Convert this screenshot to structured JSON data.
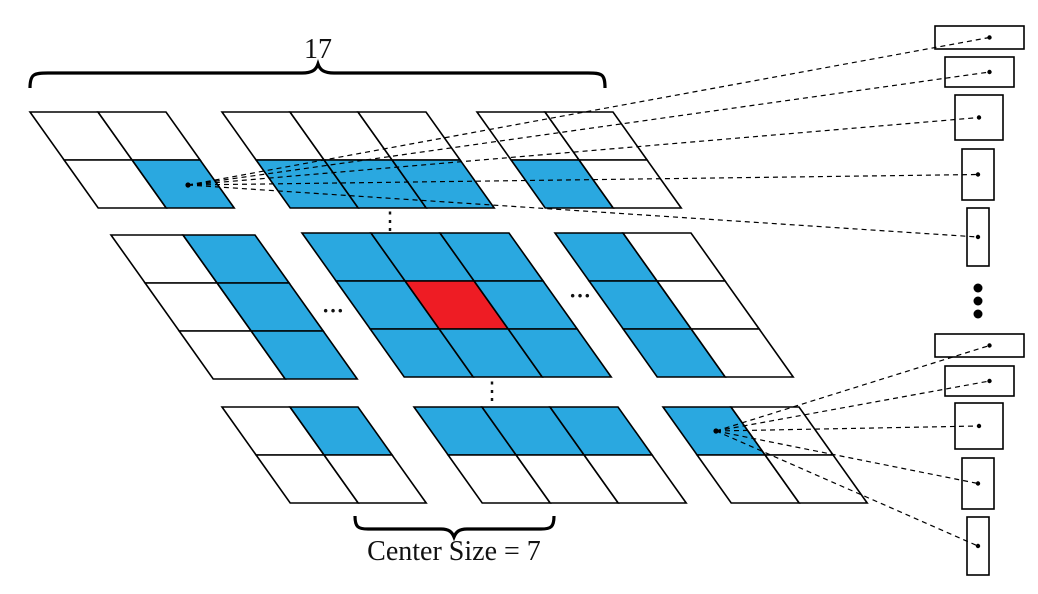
{
  "labels": {
    "top_width": "17",
    "center_size": "Center Size = 7"
  },
  "ellipsis": {
    "horizontal": "···",
    "vertical": "⋮"
  },
  "colors": {
    "background": "#ffffff",
    "stroke": "#000000",
    "blue": "#2aa8e0",
    "red": "#ee1c24",
    "white": "#ffffff"
  },
  "grids": {
    "top_left": {
      "rows": 2,
      "cols": 2,
      "fills": [
        [
          "w",
          "w"
        ],
        [
          "w",
          "b"
        ]
      ]
    },
    "top_middle": {
      "rows": 2,
      "cols": 3,
      "fills": [
        [
          "w",
          "w",
          "w"
        ],
        [
          "b",
          "b",
          "b"
        ]
      ]
    },
    "top_right": {
      "rows": 2,
      "cols": 2,
      "fills": [
        [
          "w",
          "w"
        ],
        [
          "b",
          "w"
        ]
      ]
    },
    "middle_left": {
      "rows": 3,
      "cols": 2,
      "fills": [
        [
          "w",
          "b"
        ],
        [
          "w",
          "b"
        ],
        [
          "w",
          "b"
        ]
      ]
    },
    "center": {
      "rows": 3,
      "cols": 3,
      "fills": [
        [
          "b",
          "b",
          "b"
        ],
        [
          "b",
          "r",
          "b"
        ],
        [
          "b",
          "b",
          "b"
        ]
      ]
    },
    "middle_right": {
      "rows": 3,
      "cols": 2,
      "fills": [
        [
          "b",
          "w"
        ],
        [
          "b",
          "w"
        ],
        [
          "b",
          "w"
        ]
      ]
    },
    "bottom_left": {
      "rows": 2,
      "cols": 2,
      "fills": [
        [
          "w",
          "b"
        ],
        [
          "w",
          "w"
        ]
      ]
    },
    "bottom_middle": {
      "rows": 2,
      "cols": 3,
      "fills": [
        [
          "b",
          "b",
          "b"
        ],
        [
          "w",
          "w",
          "w"
        ]
      ]
    },
    "bottom_right": {
      "rows": 2,
      "cols": 2,
      "fills": [
        [
          "b",
          "w"
        ],
        [
          "w",
          "w"
        ]
      ]
    }
  },
  "stack_top_count": 5,
  "stack_bottom_count": 5
}
